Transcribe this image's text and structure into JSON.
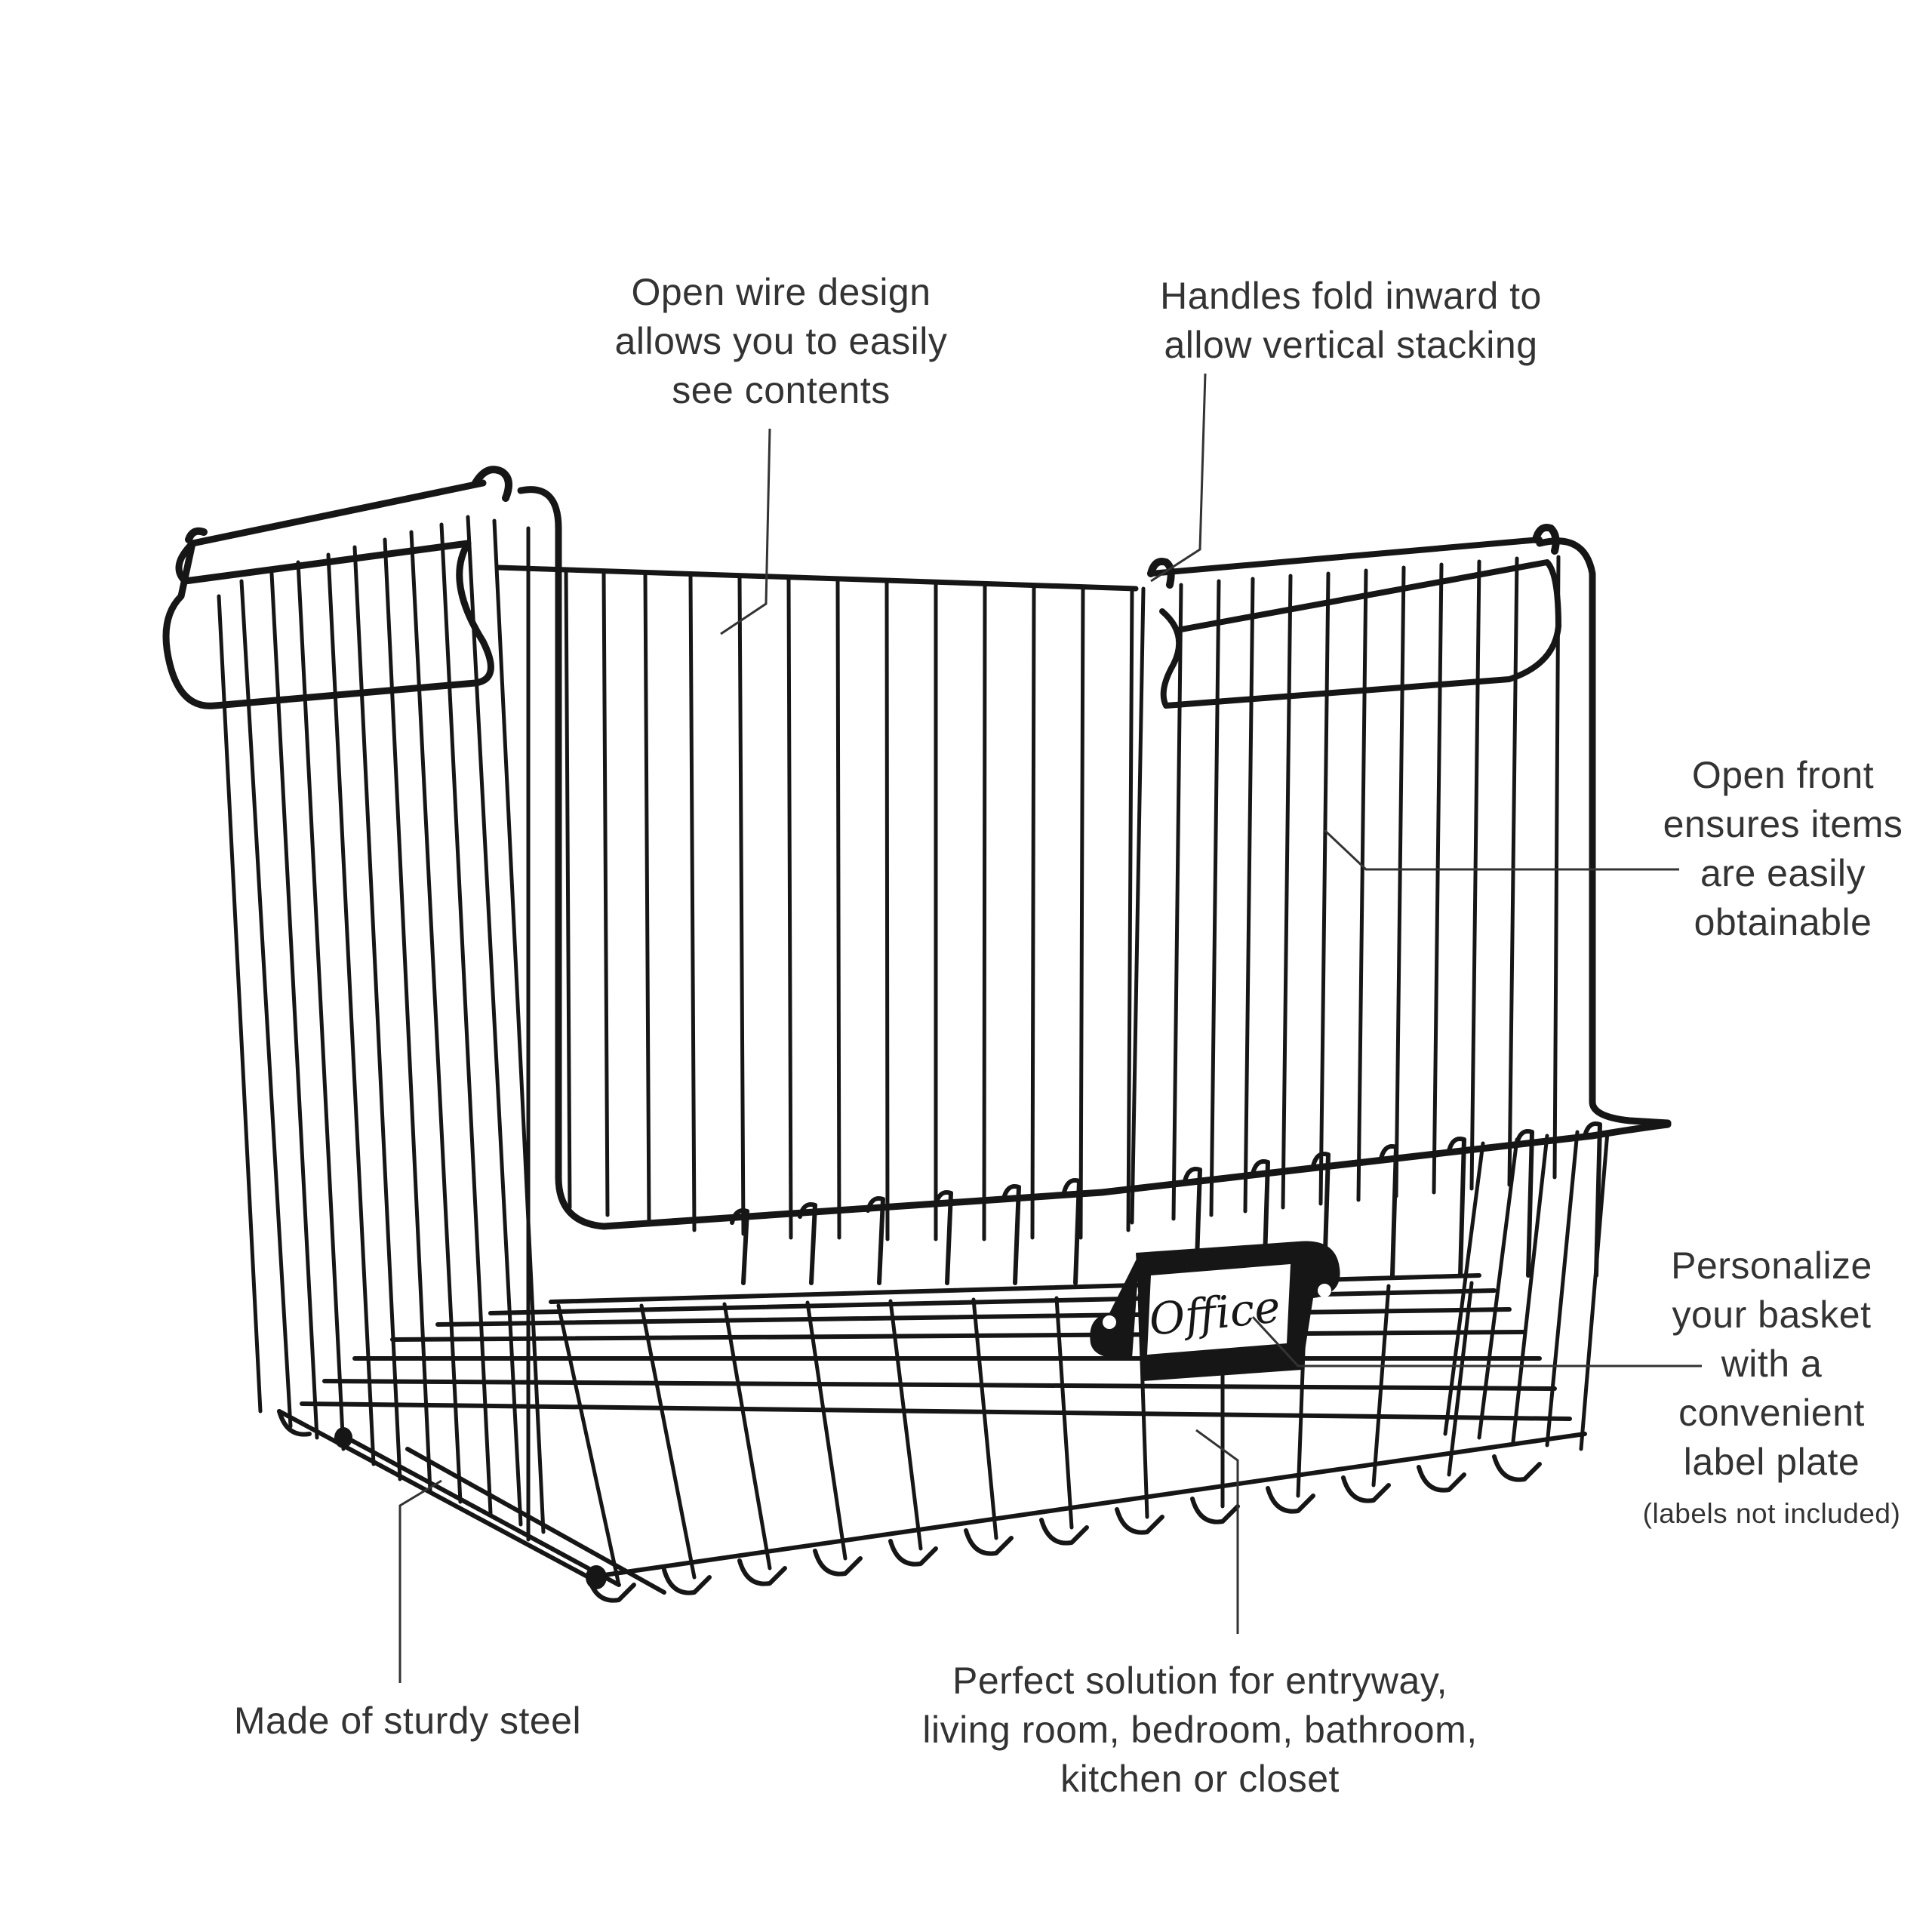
{
  "image": {
    "subject": "Stackable black steel wire storage basket with fold-in handles and label plate",
    "background_color": "#ffffff",
    "wire_color": "#161616",
    "text_color": "#333333",
    "leader_line_color": "#333333"
  },
  "label_plate": {
    "text": "Office"
  },
  "callouts": {
    "open_wire": {
      "lines": [
        "Open wire design",
        "allows you to easily",
        "see contents"
      ]
    },
    "handles": {
      "lines": [
        "Handles fold inward to",
        "allow vertical stacking"
      ]
    },
    "open_front": {
      "lines": [
        "Open front",
        "ensures items",
        "are easily",
        "obtainable"
      ]
    },
    "personalize": {
      "lines": [
        "Personalize",
        "your basket",
        "with a",
        "convenient",
        "label plate"
      ],
      "note": "(labels not included)"
    },
    "rooms": {
      "lines": [
        "Perfect solution for entryway,",
        "living room, bedroom, bathroom,",
        "kitchen or closet"
      ]
    },
    "steel": {
      "lines": [
        "Made of sturdy steel"
      ]
    }
  }
}
